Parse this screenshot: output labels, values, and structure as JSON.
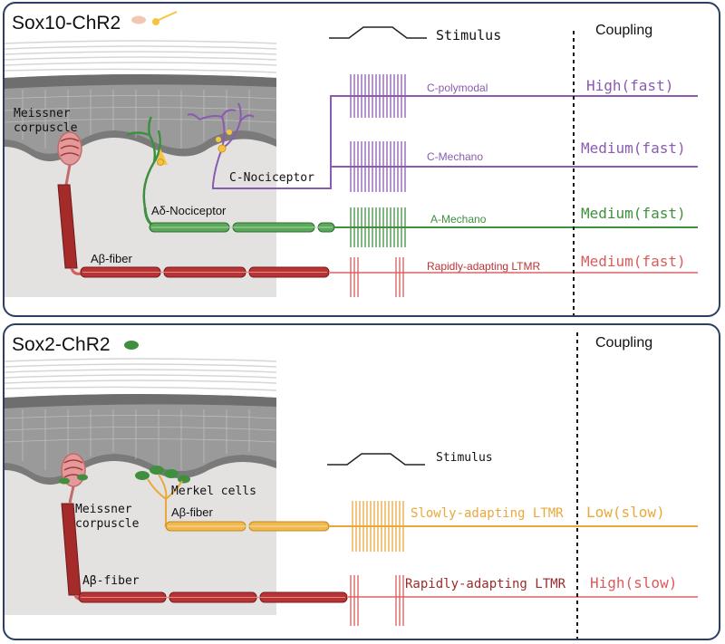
{
  "colors": {
    "purple": "#8a5bb0",
    "green": "#3f8f3f",
    "red": "#d95c5c",
    "dark_red": "#9c2a2a",
    "orange": "#e9a93a",
    "frame": "#2c3e63"
  },
  "panel1": {
    "title": "Sox10-ChR2",
    "stimulus_label": "Stimulus",
    "coupling_label": "Coupling",
    "structures": {
      "meissner": "Meissner corpuscle",
      "c_nociceptor": "C-Nociceptor",
      "ad_nociceptor": "Aδ-Nociceptor",
      "ab_fiber": "Aβ-fiber"
    },
    "rows": [
      {
        "fiber": "C-polymodal",
        "coupling": "High(fast)",
        "color": "purple"
      },
      {
        "fiber": "C-Mechano",
        "coupling": "Medium(fast)",
        "color": "purple"
      },
      {
        "fiber": "A-Mechano",
        "coupling": "Medium(fast)",
        "color": "green"
      },
      {
        "fiber": "Rapidly-adapting LTMR",
        "coupling": "Medium(fast)",
        "color": "red"
      }
    ]
  },
  "panel2": {
    "title": "Sox2-ChR2",
    "stimulus_label": "Stimulus",
    "coupling_label": "Coupling",
    "structures": {
      "merkel": "Merkel cells",
      "ab_fiber_top": "Aβ-fiber",
      "meissner": "Meissner corpuscle",
      "ab_fiber_bottom": "Aβ-fiber"
    },
    "rows": [
      {
        "fiber": "Slowly-adapting LTMR",
        "coupling": "Low(slow)",
        "color": "orange"
      },
      {
        "fiber": "Rapidly-adapting LTMR",
        "coupling": "High(slow)",
        "color": "dark_red"
      }
    ]
  }
}
